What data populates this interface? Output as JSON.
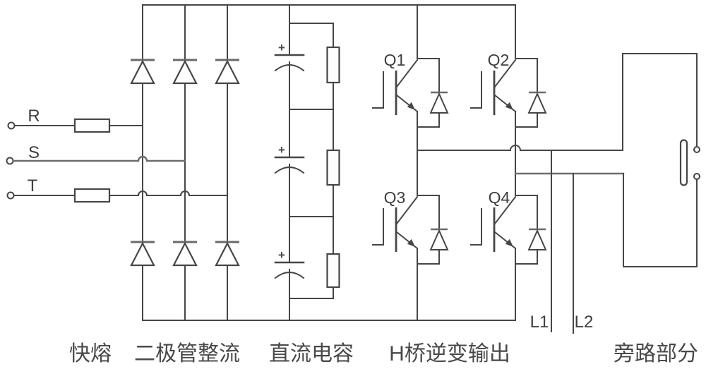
{
  "diagram": {
    "phases": {
      "r": "R",
      "s": "S",
      "t": "T"
    },
    "igbts": {
      "q1": "Q1",
      "q2": "Q2",
      "q3": "Q3",
      "q4": "Q4"
    },
    "outputs": {
      "l1": "L1",
      "l2": "L2"
    },
    "polarity_mark": "+",
    "sections": {
      "fuse": "快熔",
      "rectifier": "二极管整流",
      "dc_capacitor": "直流电容",
      "inverter": "H桥逆变输出",
      "bypass": "旁路部分"
    },
    "colors": {
      "stroke": "#464646",
      "text": "#3e3e3e",
      "background": "#ffffff"
    }
  }
}
